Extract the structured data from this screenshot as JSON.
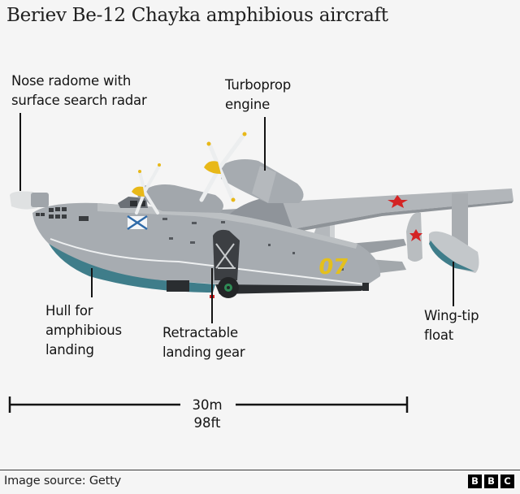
{
  "title": "Beriev Be-12 Chayka amphibious aircraft",
  "labels": {
    "nose_radome": [
      "Nose radome with",
      "surface search radar"
    ],
    "turboprop": [
      "Turboprop",
      "engine"
    ],
    "hull": [
      "Hull for",
      "amphibious",
      "landing"
    ],
    "landing_gear": [
      "Retractable",
      "landing gear"
    ],
    "wingtip_float": [
      "Wing-tip",
      "float"
    ]
  },
  "aircraft": {
    "tail_number": "07",
    "colors": {
      "fuselage": "#a7acb1",
      "fuselage_dark": "#8b9096",
      "hull": "#3f7d8a",
      "spinner": "#e8b818",
      "star": "#d42424",
      "tail_number": "#e4c01c",
      "tyre_hub": "#2f8a55"
    }
  },
  "scale": {
    "metric": "30m",
    "imperial": "98ft"
  },
  "footer": {
    "source": "Image source:  Getty",
    "logo": [
      "B",
      "B",
      "C"
    ]
  }
}
